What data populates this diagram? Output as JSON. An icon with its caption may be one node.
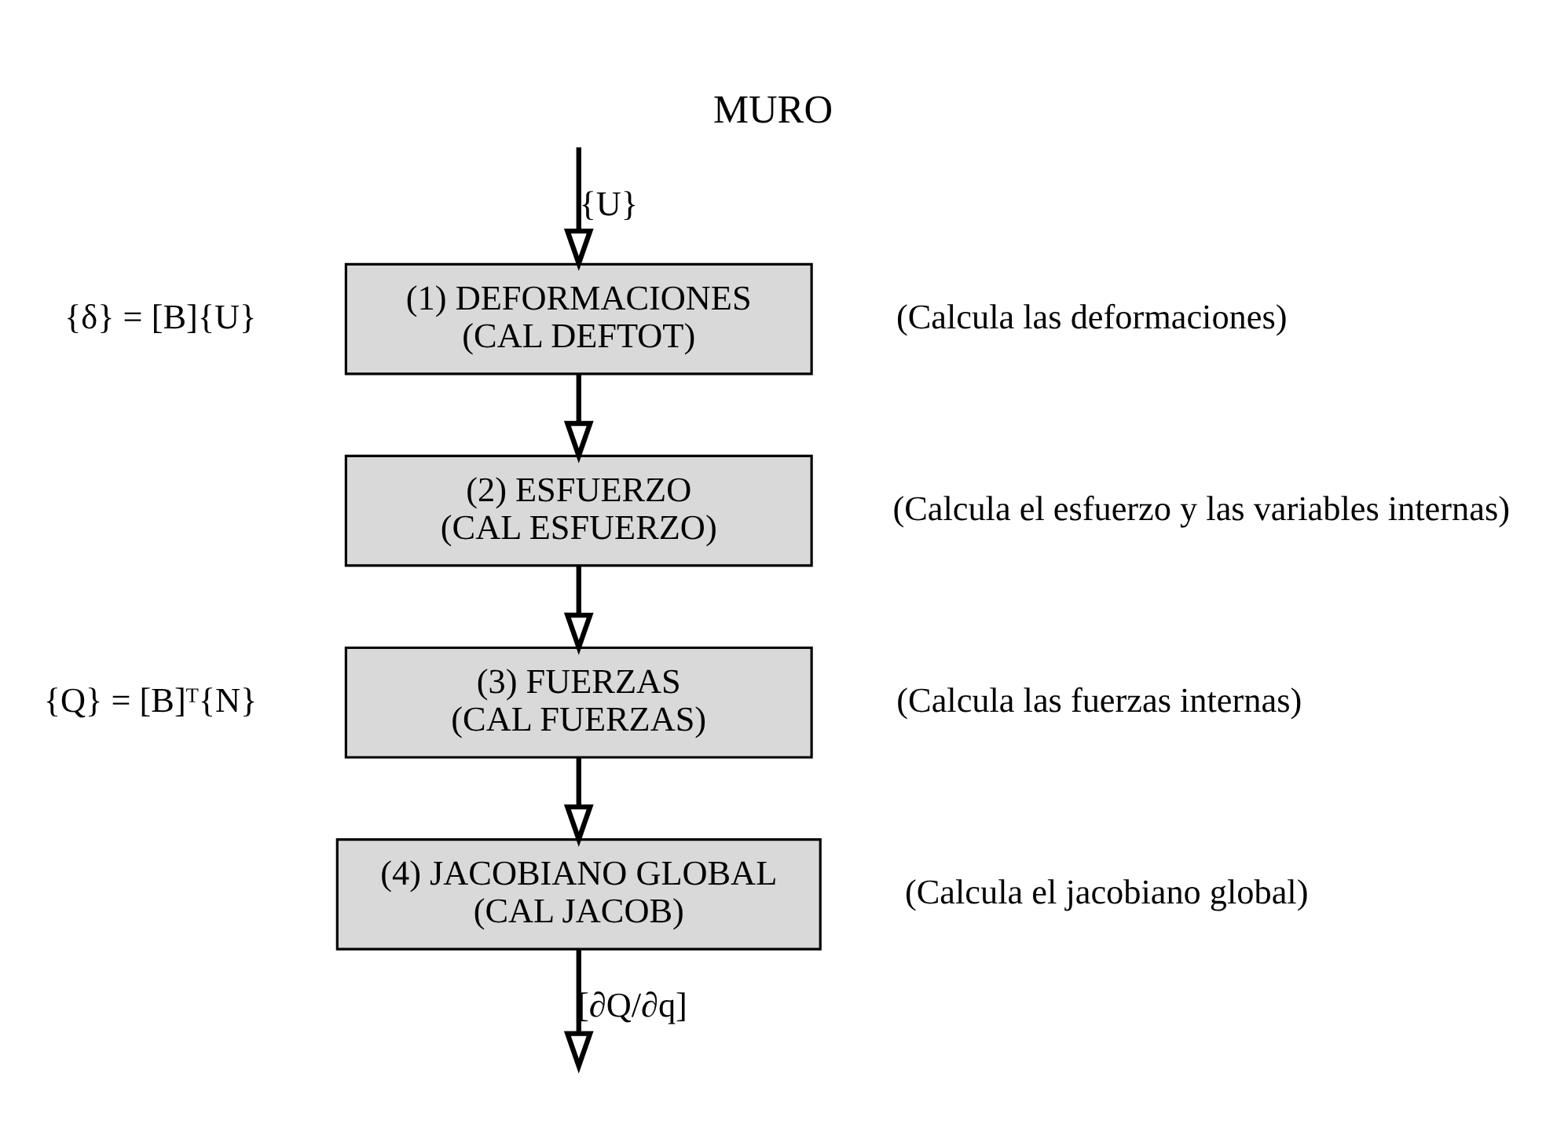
{
  "diagram": {
    "title": "MURO",
    "nodes": [
      {
        "text": [
          "(1) DEFORMACIONES",
          "(CAL DEFTOT)"
        ],
        "beside": [
          "{δ} = [B]{U}",
          "(Calcula las deformaciones)"
        ]
      },
      {
        "text": [
          "(2) ESFUERZO",
          "(CAL ESFUERZO)"
        ],
        "beside": [
          "(Calcula el esfuerzo y las variables internas)"
        ]
      },
      {
        "text": [
          "(3) FUERZAS",
          "(CAL FUERZAS)"
        ],
        "beside": [
          "{Q} = [B]ᵀ{N}",
          "(Calcula las fuerzas internas)"
        ]
      },
      {
        "text": [
          "(4) JACOBIANO GLOBAL",
          "(CAL JACOB)"
        ],
        "beside": [
          "(Calcula el jacobiano global)"
        ]
      }
    ],
    "edges": [
      {
        "from": null,
        "to": 0,
        "arrow": "to",
        "label": "{U}"
      },
      {
        "from": 0,
        "to": 1,
        "arrow": "to"
      },
      {
        "from": 1,
        "to": 2,
        "arrow": "to"
      },
      {
        "from": 2,
        "to": 3,
        "arrow": "to"
      },
      {
        "from": 3,
        "to": null,
        "arrow": "to",
        "label": "[∂Q/∂q]"
      }
    ]
  }
}
